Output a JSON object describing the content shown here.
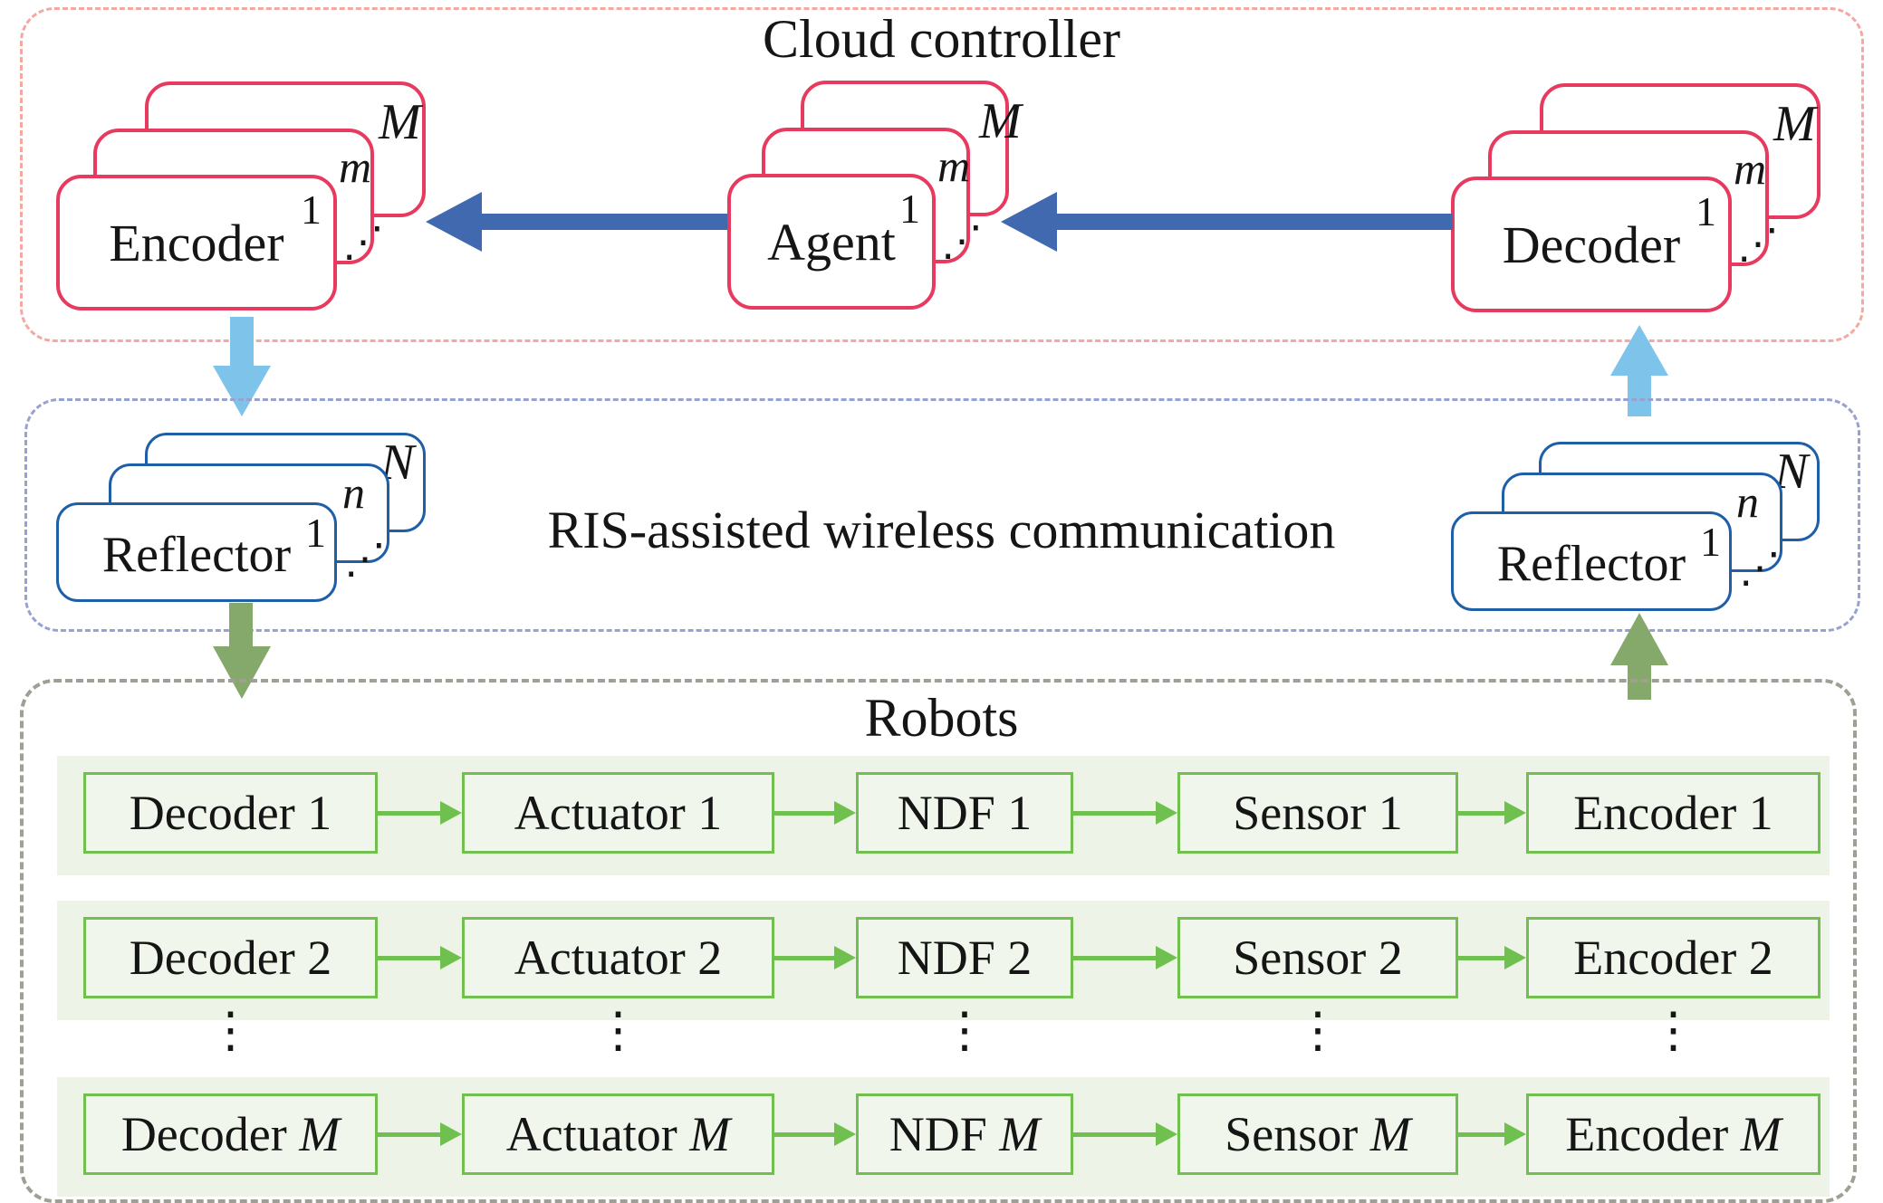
{
  "palette": {
    "pink_dash": "#f3a8a2",
    "red_box_border": "#e8395f",
    "ris_dash": "#98a1cf",
    "reflector_border": "#1e5fa8",
    "arrow_blue": "#4169b0",
    "arrow_sky": "#7dc3ea",
    "arrow_olive": "#84a96b",
    "robots_dash": "#a09f93",
    "row_strip_bg": "#edf4e7",
    "cell_bg": "#f0f6eb",
    "cell_border": "#6fc04f",
    "ink": "#151515"
  },
  "cloud": {
    "title": "Cloud controller",
    "stacks": {
      "encoder": {
        "label": "Encoder",
        "sup_front": "1",
        "sup_mid": "m",
        "sup_back": "M",
        "dots": "⋰"
      },
      "agent": {
        "label": "Agent",
        "sup_front": "1",
        "sup_mid": "m",
        "sup_back": "M",
        "dots": "⋰"
      },
      "decoder": {
        "label": "Decoder",
        "sup_front": "1",
        "sup_mid": "m",
        "sup_back": "M",
        "dots": "⋰"
      }
    }
  },
  "ris": {
    "title": "RIS-assisted wireless communication",
    "reflector_left": {
      "label": "Reflector",
      "sup_front": "1",
      "sup_mid": "n",
      "sup_back": "N",
      "dots": "⋰"
    },
    "reflector_right": {
      "label": "Reflector",
      "sup_front": "1",
      "sup_mid": "n",
      "sup_back": "N",
      "dots": "⋰"
    }
  },
  "robots": {
    "title": "Robots",
    "ellipsis": "⋮",
    "columns": [
      "Decoder",
      "Actuator",
      "NDF",
      "Sensor",
      "Encoder"
    ],
    "rows": [
      {
        "index": "1",
        "italic": false,
        "cells": [
          {
            "base": "Decoder",
            "idx": "1"
          },
          {
            "base": "Actuator",
            "idx": "1"
          },
          {
            "base": "NDF",
            "idx": "1"
          },
          {
            "base": "Sensor",
            "idx": "1"
          },
          {
            "base": "Encoder",
            "idx": "1"
          }
        ]
      },
      {
        "index": "2",
        "italic": false,
        "cells": [
          {
            "base": "Decoder",
            "idx": "2"
          },
          {
            "base": "Actuator",
            "idx": "2"
          },
          {
            "base": "NDF",
            "idx": "2"
          },
          {
            "base": "Sensor",
            "idx": "2"
          },
          {
            "base": "Encoder",
            "idx": "2"
          }
        ]
      },
      {
        "index": "M",
        "italic": true,
        "cells": [
          {
            "base": "Decoder",
            "idx": "M"
          },
          {
            "base": "Actuator",
            "idx": "M"
          },
          {
            "base": "NDF",
            "idx": "M"
          },
          {
            "base": "Sensor",
            "idx": "M"
          },
          {
            "base": "Encoder",
            "idx": "M"
          }
        ]
      }
    ]
  }
}
